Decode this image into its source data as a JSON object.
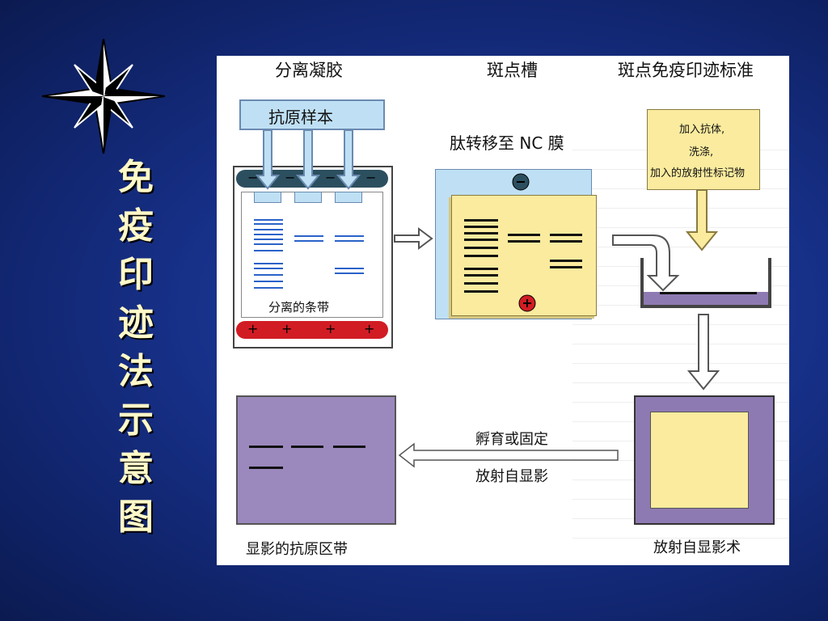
{
  "slide": {
    "title_chars": [
      "免",
      "疫",
      "印",
      "迹",
      "法",
      "示",
      "意",
      "图"
    ]
  },
  "diagram": {
    "headers": {
      "gel": "分离凝胶",
      "blot_tank": "斑点槽",
      "immunoblot_standard": "斑点免疫印迹标准"
    },
    "antigen_sample": "抗原样本",
    "transfer_label": "肽转移至 NC 膜",
    "separated_bands": "分离的条带",
    "antibody_step": [
      "加入抗体,",
      "洗涤,",
      "加入的放射性标记物"
    ],
    "incubate_label": "孵育或固定",
    "autoradio_label": "放射自显影",
    "autoradiography_method": "放射自显影术",
    "visualized_bands": "显影的抗原区带",
    "neg_symbol": "−",
    "pos_symbol": "+"
  },
  "colors": {
    "title": "#fff9c8",
    "light_blue": "#bfe0f4",
    "band_blue": "#2a62c9",
    "yellow": "#faeb9e",
    "purple": "#8e7ab2",
    "red": "#d11c24",
    "dark_teal": "#2c4f5f"
  }
}
